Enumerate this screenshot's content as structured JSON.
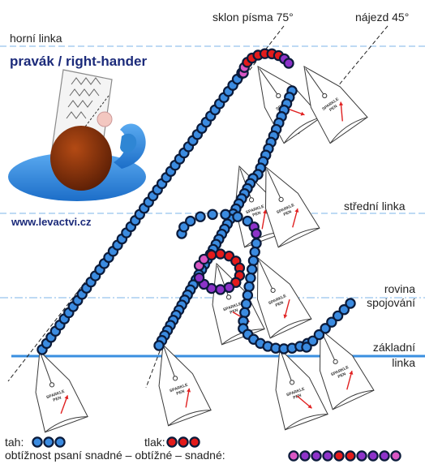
{
  "labels": {
    "top_line": "horní linka",
    "middle_line": "střední linka",
    "join_plane_1": "rovina",
    "join_plane_2": "spojování",
    "base_line_1": "základní",
    "base_line_2": "linka",
    "slant": "sklon písma 75°",
    "approach": "nájezd 45°",
    "title": "pravák / right-hander",
    "url": "www.levactvi.cz",
    "stroke": "tah:",
    "pressure": "tlak:",
    "difficulty": "obtížnost psaní snadné – obtížné – snadné:"
  },
  "pen_text": "SPARKLE PEN",
  "colors": {
    "guide": "#7db6e8",
    "base": "#3a8fe0",
    "dot_fill": "#3b8be0",
    "dot_stroke": "#0a1a3a",
    "red": "#e31b1b",
    "magenta": "#d957c4",
    "purple": "#8d33c9",
    "arrow": "#e02020",
    "title": "#1b2a7a",
    "body": "#2f86d4",
    "head": "#7a2a0a"
  },
  "difficulty_scale": [
    "magenta",
    "purple",
    "purple",
    "purple",
    "red",
    "red",
    "purple",
    "purple",
    "purple",
    "magenta"
  ]
}
